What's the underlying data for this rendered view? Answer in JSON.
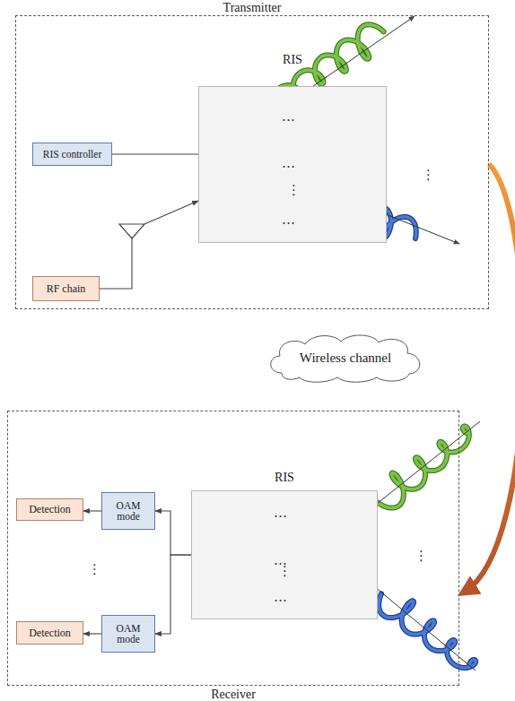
{
  "diagram": {
    "nodes": [
      {
        "text": [
          "Transmitter"
        ]
      },
      {
        "text": [
          "RIS"
        ],
        "in": 0
      },
      {
        "text": [
          "RIS controller"
        ],
        "in": 0
      },
      {
        "text": [
          "RF chain"
        ],
        "in": 0
      },
      {
        "text": [
          "Wireless channel"
        ]
      },
      {
        "text": [
          "Receiver"
        ]
      },
      {
        "text": [
          "RIS"
        ],
        "in": 5
      },
      {
        "text": [
          "Detection"
        ],
        "in": 5
      },
      {
        "text": [
          "OAM mode"
        ],
        "in": 5
      },
      {
        "text": [
          "Detection"
        ],
        "in": 5
      },
      {
        "text": [
          "OAM mode"
        ],
        "in": 5
      }
    ],
    "edges": [
      {
        "from": 2,
        "to": 1,
        "arrow": "none"
      },
      {
        "from": 3,
        "to": 1,
        "arrow": "to"
      },
      {
        "from": 0,
        "to": 5,
        "arrow": "to"
      },
      {
        "from": 6,
        "to": 8,
        "arrow": "to"
      },
      {
        "from": 6,
        "to": 10,
        "arrow": "to"
      },
      {
        "from": 8,
        "to": 7,
        "arrow": "to"
      },
      {
        "from": 10,
        "to": 9,
        "arrow": "to"
      }
    ],
    "labels": [
      "…",
      "…",
      "⋮",
      "…",
      "⋮",
      "…",
      "…",
      "⋮",
      "…",
      "⋮",
      "⋮"
    ]
  }
}
